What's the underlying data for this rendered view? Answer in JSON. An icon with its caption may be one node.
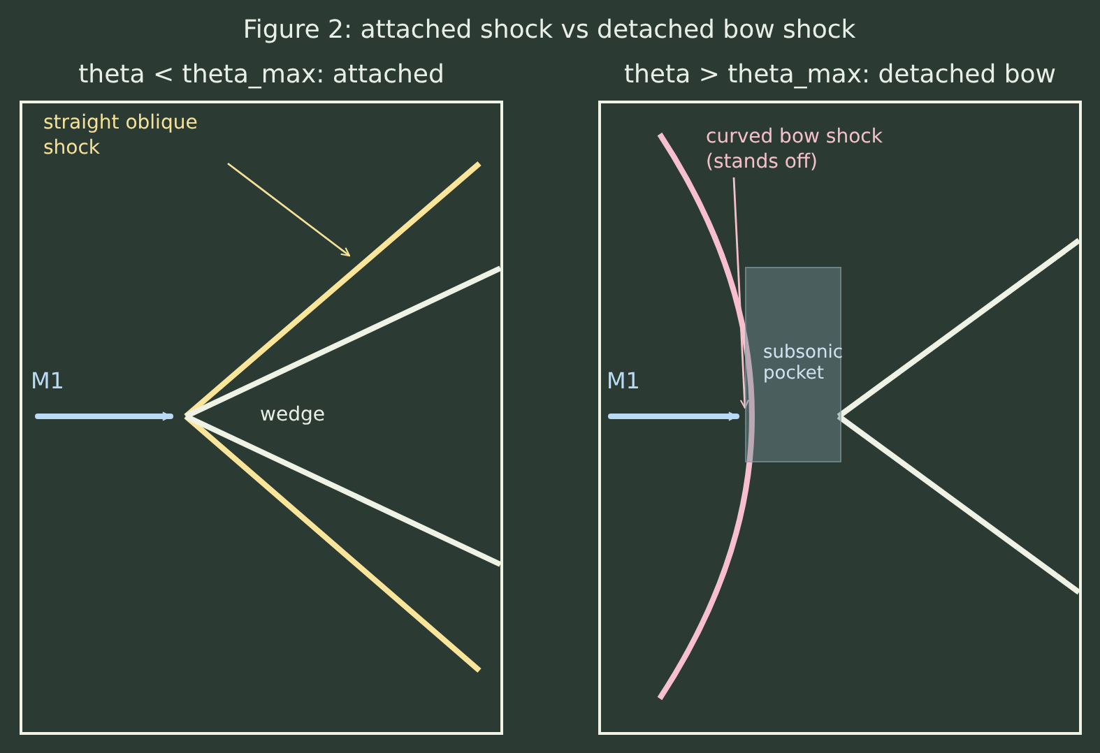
{
  "diagram": {
    "title": "Figure 2: attached shock vs detached bow shock",
    "nodes": [
      {
        "text": [
          "theta < theta_max: attached"
        ]
      },
      {
        "text": [
          "straight oblique shock"
        ],
        "in": 0
      },
      {
        "text": [
          "theta > theta_max: detached bow"
        ]
      },
      {
        "text": [
          "curved bow shock (stands off)"
        ],
        "in": 2
      },
      {
        "text": [
          "subsonic pocket"
        ],
        "in": 2
      }
    ],
    "edges": [
      {
        "from": 1,
        "to": null,
        "arrow": "to",
        "color": "#f5e29a"
      },
      {
        "from": 3,
        "to": 4,
        "arrow": "to",
        "color": "#f4c0cc"
      }
    ],
    "labels": [
      "M1",
      "wedge",
      "M1"
    ]
  }
}
